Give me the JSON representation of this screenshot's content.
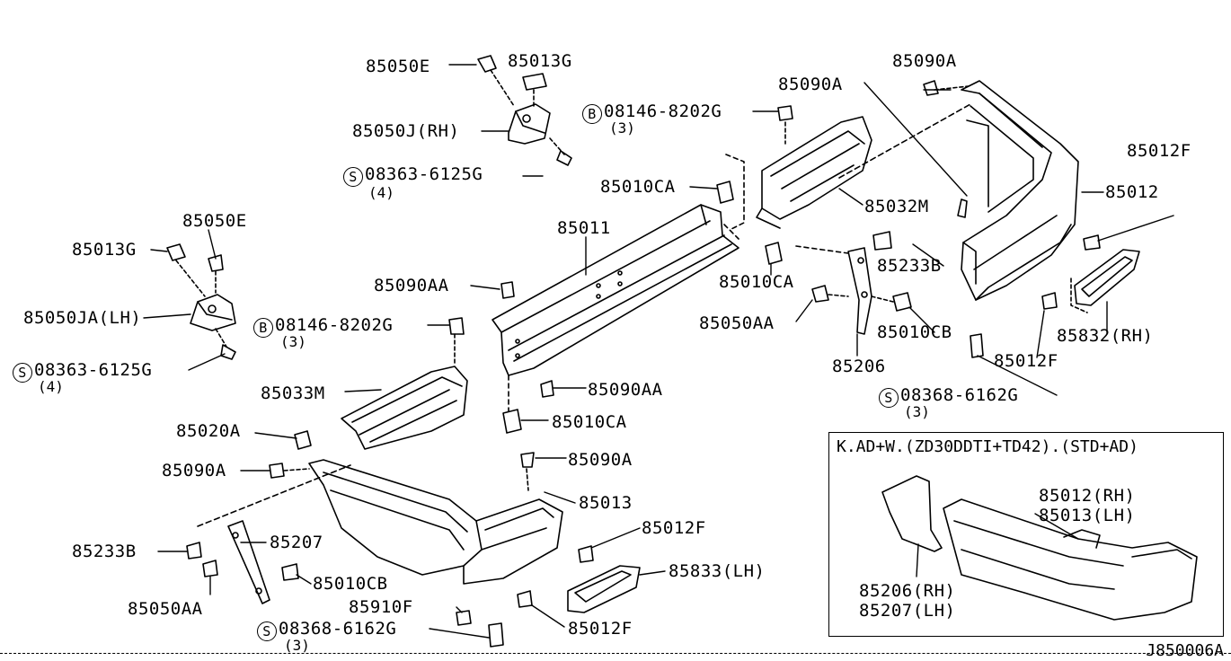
{
  "labels": {
    "l_85050E_top": "85050E",
    "l_85013G_top": "85013G",
    "l_85050J_RH": "85050J(RH)",
    "l_08363_top": "08363-6125G",
    "l_08363_top_qty": "(4)",
    "l_08146_top": "08146-8202G",
    "l_08146_top_qty": "(3)",
    "l_85090A_mid": "85090A",
    "l_85090A_right": "85090A",
    "l_85012F_top": "85012F",
    "l_85012": "85012",
    "l_85010CA_top": "85010CA",
    "l_85032M": "85032M",
    "l_85011": "85011",
    "l_85050E_left": "85050E",
    "l_85013G_left": "85013G",
    "l_85233B_right": "85233B",
    "l_85010CA_mid": "85010CA",
    "l_85090AA_left": "85090AA",
    "l_85050JA_LH": "85050JA(LH)",
    "l_85050AA_mid": "85050AA",
    "l_85010CB_right": "85010CB",
    "l_85832_RH": "85832(RH)",
    "l_08146_left": "08146-8202G",
    "l_08146_left_qty": "(3)",
    "l_85012F_right": "85012F",
    "l_08363_left": "08363-6125G",
    "l_08363_left_qty": "(4)",
    "l_85206": "85206",
    "l_85033M": "85033M",
    "l_85090AA_mid": "85090AA",
    "l_08368_right": "08368-6162G",
    "l_08368_right_qty": "(3)",
    "l_85010CA_bot": "85010CA",
    "l_85020A": "85020A",
    "l_85090A_left": "85090A",
    "l_85090A_bot": "85090A",
    "l_85013": "85013",
    "l_85012F_bot": "85012F",
    "l_85233B_left": "85233B",
    "l_85207": "85207",
    "l_85833_LH": "85833(LH)",
    "l_85010CB_left": "85010CB",
    "l_85050AA_left": "85050AA",
    "l_85910F": "85910F",
    "l_08368_bot": "08368-6162G",
    "l_08368_bot_qty": "(3)",
    "l_85012F_bot2": "85012F"
  },
  "symbols": {
    "bolt": "B",
    "screw": "S"
  },
  "inset": {
    "title": "K.AD+W.(ZD30DDTI+TD42).(STD+AD)",
    "l_85012_RH": "85012(RH)",
    "l_85013_LH": "85013(LH)",
    "l_85206_RH": "85206(RH)",
    "l_85207_LH": "85207(LH)"
  },
  "drawing_number": "J850006A"
}
